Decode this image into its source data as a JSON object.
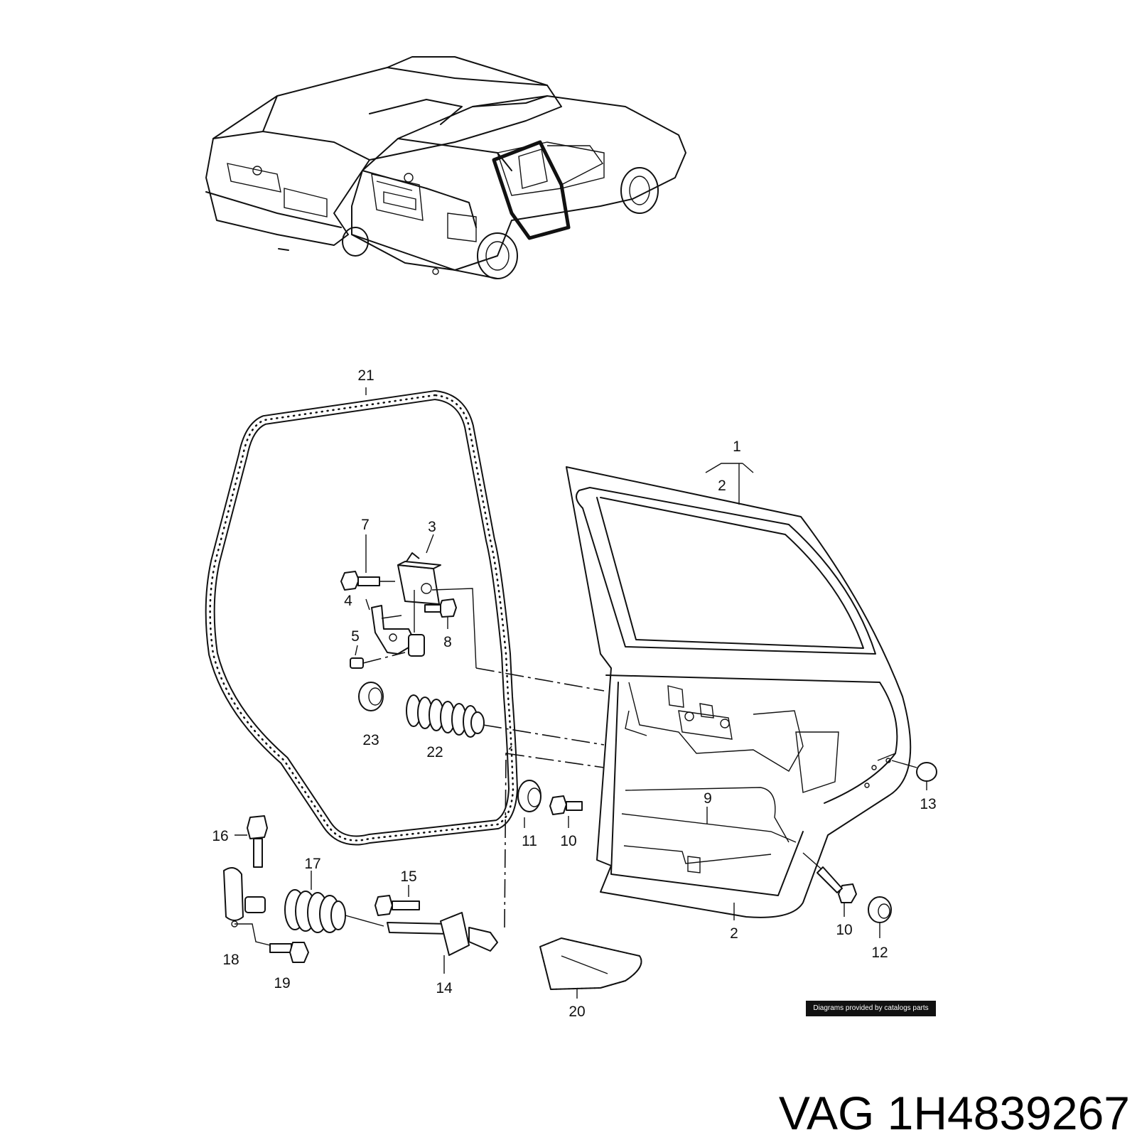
{
  "callouts": {
    "c1": "1",
    "c2a": "2",
    "c2b": "2",
    "c3": "3",
    "c4": "4",
    "c5": "5",
    "c7": "7",
    "c8": "8",
    "c9": "9",
    "c10a": "10",
    "c10b": "10",
    "c11": "11",
    "c12": "12",
    "c13": "13",
    "c14": "14",
    "c15": "15",
    "c16": "16",
    "c17": "17",
    "c18": "18",
    "c19": "19",
    "c20": "20",
    "c21": "21",
    "c22": "22",
    "c23": "23"
  },
  "credit": "Diagrams provided by catalogs parts",
  "part_number": "VAG 1H4839267"
}
